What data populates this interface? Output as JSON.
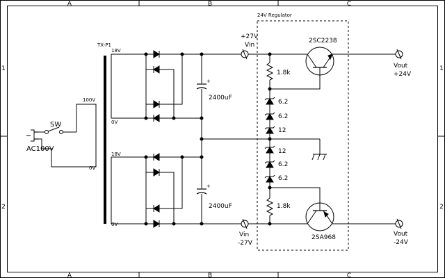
{
  "frame": {
    "columns": [
      "A",
      "B",
      "C"
    ],
    "rows": [
      "1",
      "2"
    ]
  },
  "transformer": {
    "ref": "TX-P1",
    "primary_label": "100V",
    "primary_tap": "0V",
    "secondary_top_high": "18V",
    "secondary_top_low": "0V",
    "secondary_bottom_high": "18V",
    "secondary_bottom_low": "0V"
  },
  "input": {
    "switch_label": "SW",
    "plug_label": "AC100V"
  },
  "capacitors": {
    "top_value": "2400uF",
    "bottom_value": "2400uF",
    "polarity": "+"
  },
  "regulator": {
    "title": "24V Regulator",
    "vin_pos_value": "+27V",
    "vin_pos_label": "Vin",
    "vin_neg_label": "Vin",
    "vin_neg_value": "-27V",
    "resistor_top": "1.8k",
    "resistor_bottom": "1.8k",
    "zeners_top": [
      "6.2",
      "6.2",
      "12"
    ],
    "zeners_bottom": [
      "12",
      "6.2",
      "6.2"
    ],
    "q_top": "2SC2238",
    "q_bottom": "2SA968"
  },
  "outputs": {
    "pos_label": "Vout",
    "pos_value": "+24V",
    "neg_label": "Vout",
    "neg_value": "-24V"
  },
  "colors": {
    "line": "#000000",
    "background": "#ffffff"
  }
}
